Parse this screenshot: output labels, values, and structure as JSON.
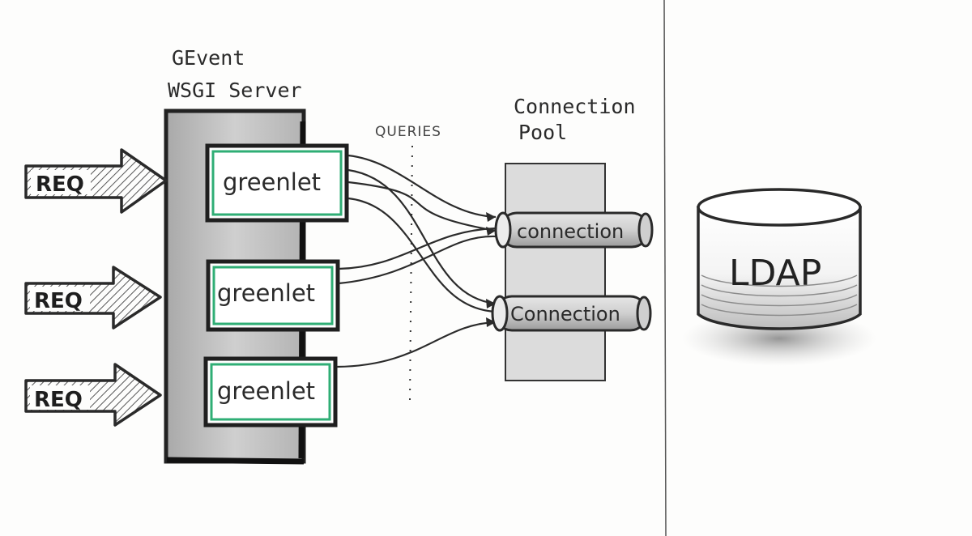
{
  "server": {
    "title_line1": "GEvent",
    "title_line2": "WSGI Server"
  },
  "requests": [
    {
      "label": "REQ"
    },
    {
      "label": "REQ"
    },
    {
      "label": "REQ"
    }
  ],
  "greenlets": [
    {
      "label": "greenlet"
    },
    {
      "label": "greenlet"
    },
    {
      "label": "greenlet"
    }
  ],
  "queries_label": "QUERIES",
  "pool": {
    "title_line1": "Connection",
    "title_line2": "Pool",
    "connections": [
      {
        "label": "connection"
      },
      {
        "label": "Connection"
      }
    ]
  },
  "ldap": {
    "label": "LDAP"
  },
  "colors": {
    "greenlet_border": "#2fae75",
    "ink": "#2a2a2a",
    "server_fill": "#bdbdbd",
    "pool_fill": "#dcdcdc"
  }
}
